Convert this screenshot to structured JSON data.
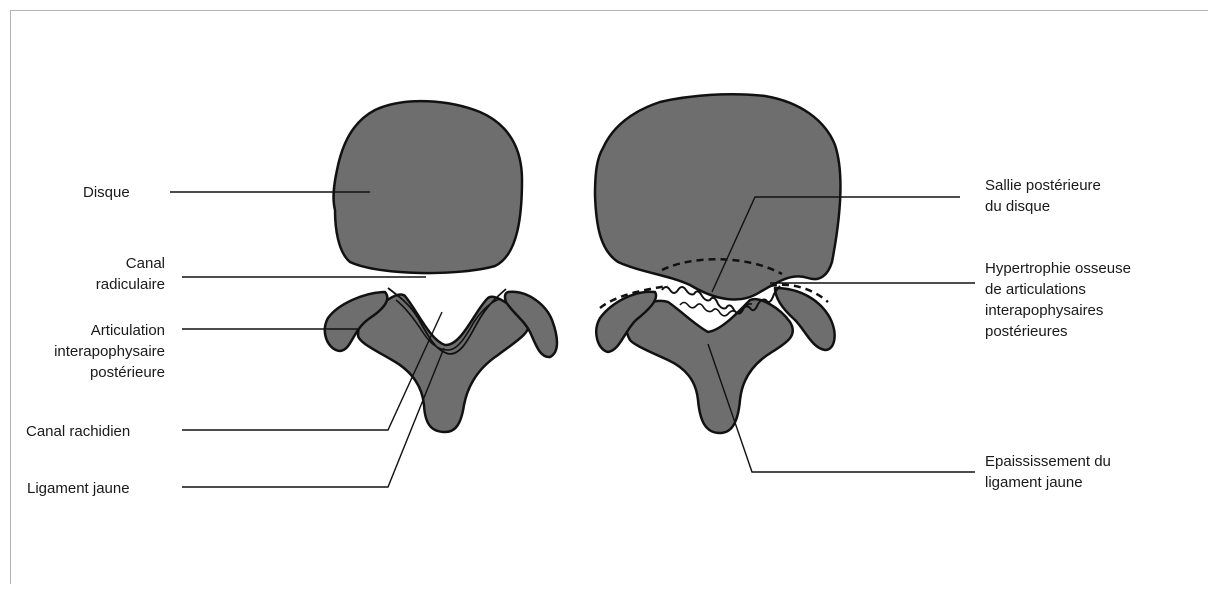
{
  "labels": {
    "disque": "Disque",
    "canal_radiculaire": [
      "Canal",
      "radiculaire"
    ],
    "articulation": [
      "Articulation",
      "interapophysaire",
      "postérieure"
    ],
    "canal_rachidien": "Canal rachidien",
    "ligament_jaune": "Ligament jaune",
    "saillie": [
      "Sallie postérieure",
      "du disque"
    ],
    "hypertrophie": [
      "Hypertrophie osseuse",
      "de articulations",
      "interapophysaires",
      "postérieures"
    ],
    "epaississement": [
      "Epaississement du",
      "ligament jaune"
    ]
  },
  "colors": {
    "bone": "#6e6e6e",
    "stroke": "#111111",
    "frame": "#b5b5b5"
  }
}
